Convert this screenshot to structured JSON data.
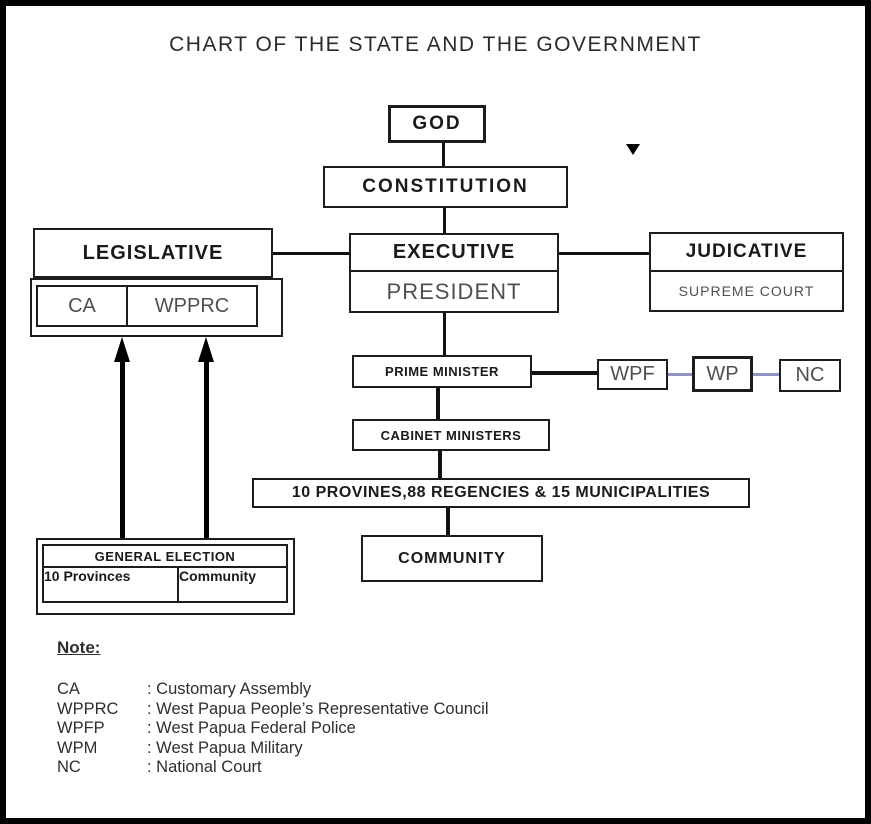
{
  "title": "CHART OF THE STATE AND THE GOVERNMENT",
  "nodes": {
    "god": "GOD",
    "constitution": "CONSTITUTION",
    "legislative": "LEGISLATIVE",
    "executive": "EXECUTIVE",
    "president": "PRESIDENT",
    "judicative": "JUDICATIVE",
    "supreme_court": "SUPREME COURT",
    "ca": "CA",
    "wpprc": "WPPRC",
    "prime_minister": "PRIME MINISTER",
    "wpf": "WPF",
    "wp": "WP",
    "nc": "NC",
    "cabinet_ministers": "CABINET MINISTERS",
    "provinces_regencies": "10 PROVINES,88 REGENCIES & 15 MUNICIPALITIES",
    "community": "COMMUNITY",
    "general_election": "GENERAL ELECTION",
    "ge_provinces": "10 Provinces",
    "ge_community": "Community"
  },
  "note": {
    "heading": "Note:",
    "items": [
      {
        "abbr": "CA",
        "definition": ": Customary Assembly"
      },
      {
        "abbr": "WPPRC",
        "definition": ": West Papua People’s Representative Council"
      },
      {
        "abbr": "WPFP",
        "definition": ": West Papua Federal Police"
      },
      {
        "abbr": "WPM",
        "definition": ": West Papua Military"
      },
      {
        "abbr": "NC",
        "definition": ": National Court"
      }
    ]
  },
  "colors": {
    "line": "#111111",
    "connector_accent": "#9292c4",
    "muted_text": "#4f4f4f"
  }
}
